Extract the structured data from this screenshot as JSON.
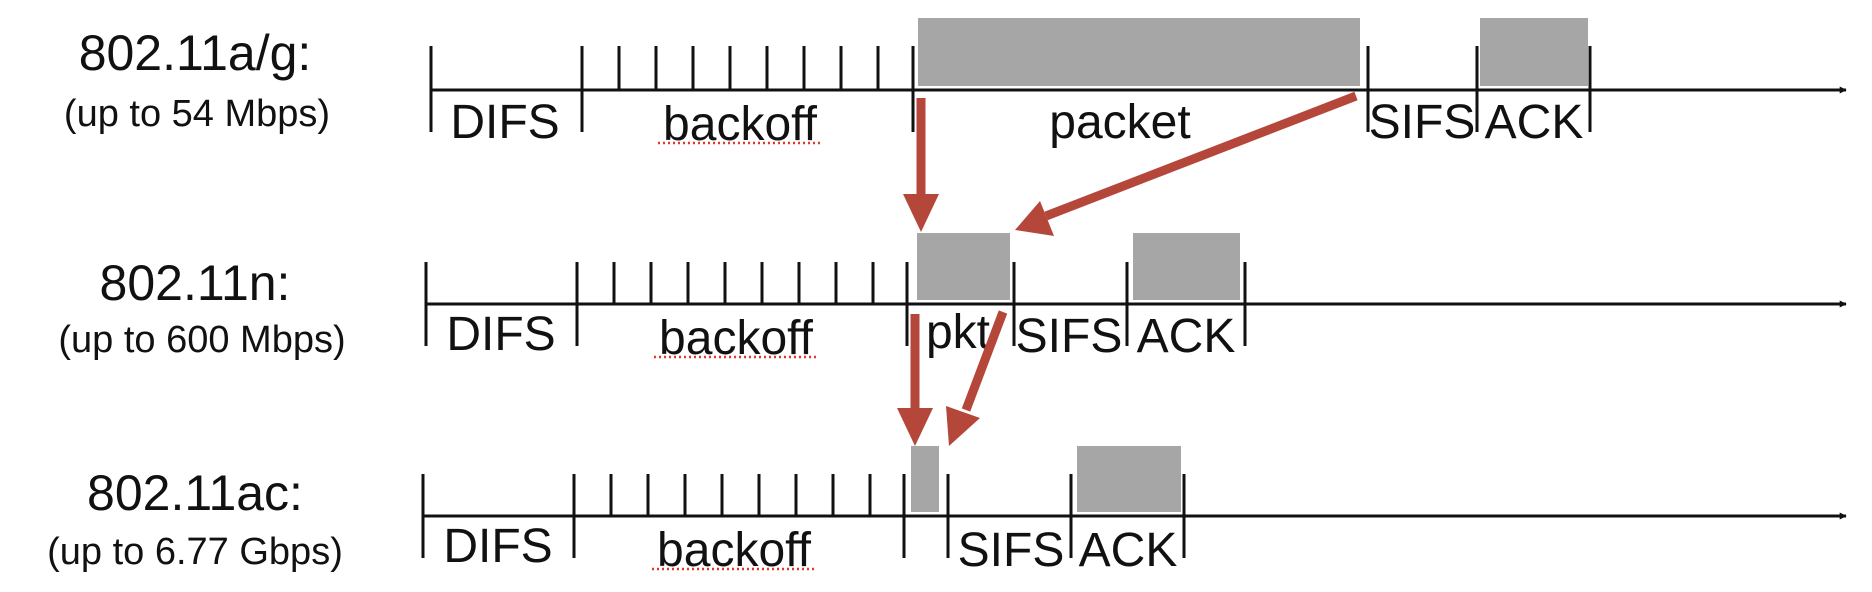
{
  "colors": {
    "line": "#111111",
    "block": "#a6a6a6",
    "arrow": "#b5473a",
    "spell": "#e0362c"
  },
  "rows": [
    {
      "id": "ag",
      "standard": "802.11a/g:",
      "rate": "(up to 54 Mbps)",
      "labels": {
        "difs": "DIFS",
        "backoff": "backoff",
        "packet": "packet",
        "sifs": "SIFS",
        "ack": "ACK"
      }
    },
    {
      "id": "n",
      "standard": "802.11n:",
      "rate": "(up to 600 Mbps)",
      "labels": {
        "difs": "DIFS",
        "backoff": "backoff",
        "packet": "pkt",
        "sifs": "SIFS",
        "ack": "ACK"
      }
    },
    {
      "id": "ac",
      "standard": "802.11ac:",
      "rate": "(up to 6.77 Gbps)",
      "labels": {
        "difs": "DIFS",
        "backoff": "backoff",
        "packet": "",
        "sifs": "SIFS",
        "ack": "ACK"
      }
    }
  ]
}
